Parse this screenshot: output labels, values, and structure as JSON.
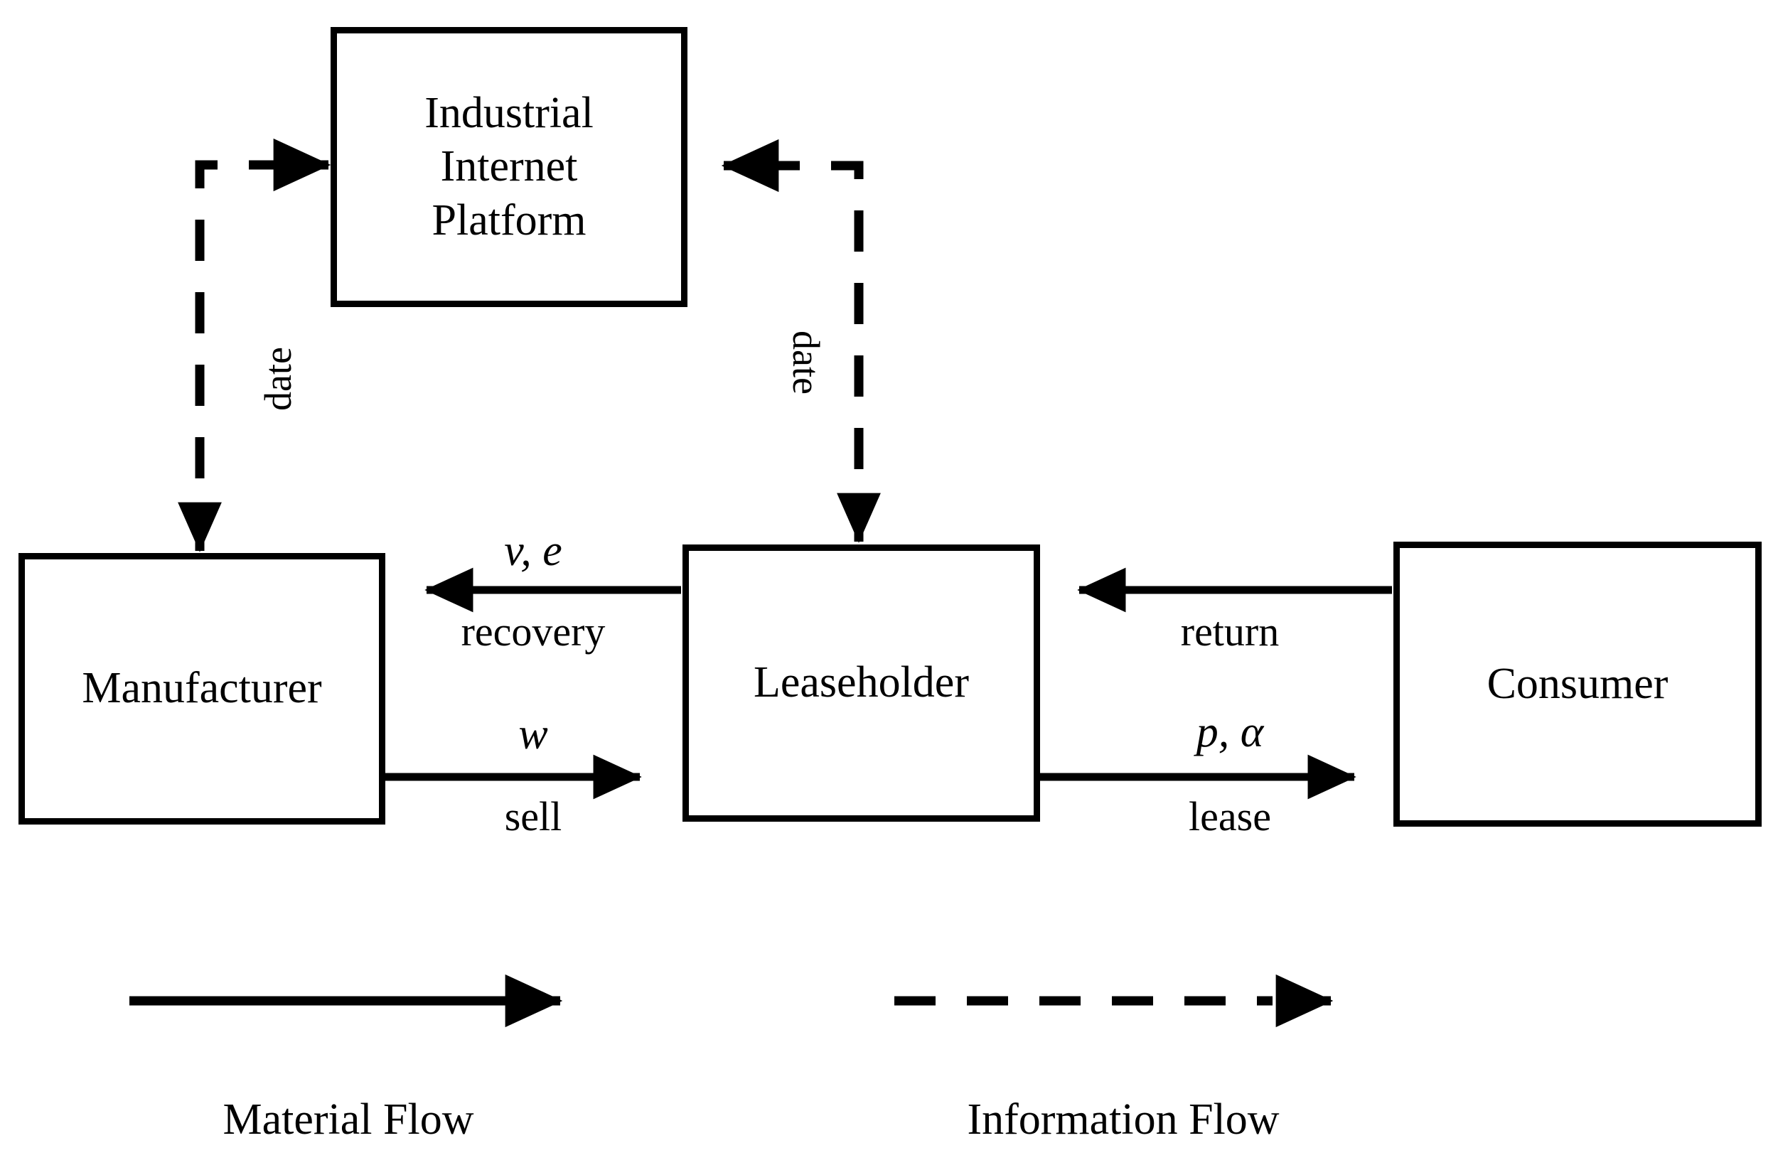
{
  "diagram": {
    "title": "Industrial Internet Platform leasing supply chain flow diagram",
    "stroke_color": "#000000",
    "background_color": "#ffffff",
    "nodes": [
      {
        "id": "platform",
        "label": "Industrial\nInternet\nPlatform"
      },
      {
        "id": "manufacturer",
        "label": "Manufacturer"
      },
      {
        "id": "leaseholder",
        "label": "Leaseholder"
      },
      {
        "id": "consumer",
        "label": "Consumer"
      }
    ],
    "edges": [
      {
        "id": "manufacturer-to-platform",
        "from": "manufacturer",
        "to": "platform",
        "style": "dashed",
        "flow": "information",
        "label": "date",
        "label_orientation": "rotated-ccw"
      },
      {
        "id": "leaseholder-to-platform",
        "from": "leaseholder",
        "to": "platform",
        "style": "dashed",
        "flow": "information",
        "label": "date",
        "label_orientation": "rotated-cw"
      },
      {
        "id": "leaseholder-to-manufacturer",
        "from": "leaseholder",
        "to": "manufacturer",
        "style": "solid",
        "flow": "material",
        "label_top": "v, e",
        "label_bottom": "recovery"
      },
      {
        "id": "manufacturer-to-leaseholder",
        "from": "manufacturer",
        "to": "leaseholder",
        "style": "solid",
        "flow": "material",
        "label_top": "w",
        "label_bottom": "sell"
      },
      {
        "id": "consumer-to-leaseholder",
        "from": "consumer",
        "to": "leaseholder",
        "style": "solid",
        "flow": "material",
        "label_top": "",
        "label_bottom": "return"
      },
      {
        "id": "leaseholder-to-consumer",
        "from": "leaseholder",
        "to": "consumer",
        "style": "solid",
        "flow": "material",
        "label_top": "p, α",
        "label_bottom": "lease"
      }
    ],
    "legend": [
      {
        "id": "material-flow",
        "label": "Material Flow",
        "style": "solid"
      },
      {
        "id": "information-flow",
        "label": "Information Flow",
        "style": "dashed"
      }
    ]
  }
}
